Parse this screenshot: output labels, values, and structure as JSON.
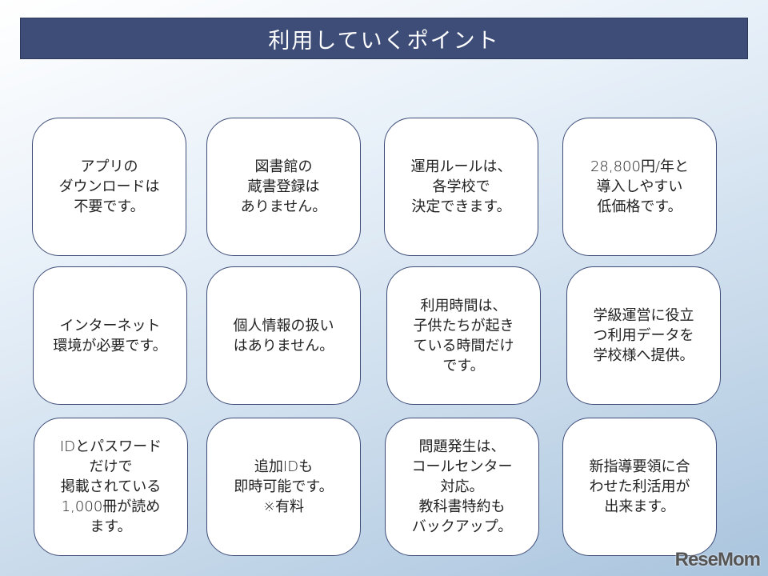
{
  "title": "利用していくポイント",
  "cards": [
    {
      "lines": [
        "アプリの",
        "ダウンロードは",
        "不要です。"
      ]
    },
    {
      "lines": [
        "図書館の",
        "蔵書登録は",
        "ありません。"
      ]
    },
    {
      "lines": [
        "運用ルールは、",
        "各学校で",
        "決定できます。"
      ]
    },
    {
      "lines": [
        "28,800円/年と",
        "導入しやすい",
        "低価格です。"
      ]
    },
    {
      "lines": [
        "インターネット",
        "環境が必要です。"
      ]
    },
    {
      "lines": [
        "個人情報の扱い",
        "はありません。"
      ]
    },
    {
      "lines": [
        "利用時間は、",
        "子供たちが起き",
        "ている時間だけ",
        "です。"
      ]
    },
    {
      "lines": [
        "学級運営に役立",
        "つ利用データを",
        "学校様へ提供。"
      ]
    },
    {
      "lines": [
        "IDとパスワード",
        "だけで",
        "掲載されている",
        "1,000冊が読め",
        "ます。"
      ]
    },
    {
      "lines": [
        "追加IDも",
        "即時可能です。",
        "※有料"
      ]
    },
    {
      "lines": [
        "問題発生は、",
        "コールセンター",
        "対応。",
        "教科書特約も",
        "バックアップ。"
      ]
    },
    {
      "lines": [
        "新指導要領に合",
        "わせた利活用が",
        "出来ます。"
      ]
    }
  ],
  "logo": "ReseMom"
}
